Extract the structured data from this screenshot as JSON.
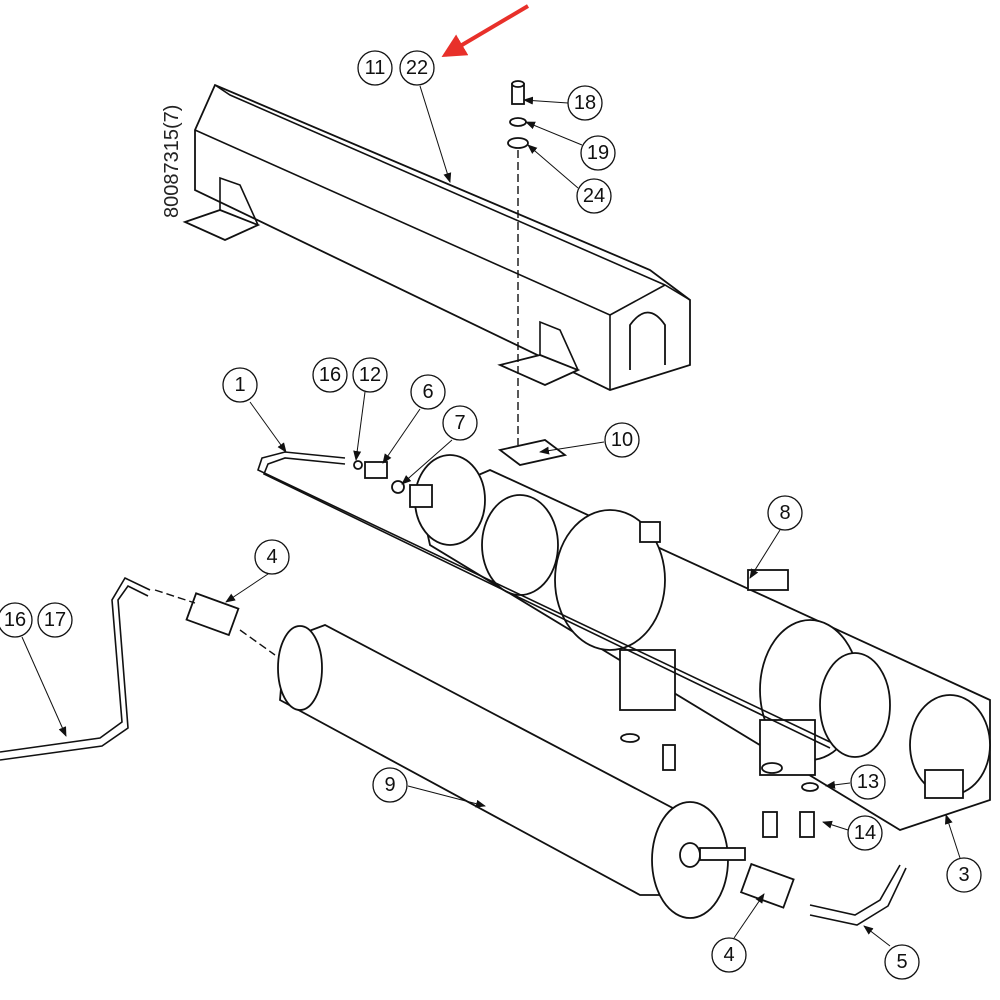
{
  "drawing_number": "80087315(7)",
  "highlight_arrow_color": "#e8302a",
  "callouts": {
    "c11": "11",
    "c22": "22",
    "c18": "18",
    "c19": "19",
    "c24": "24",
    "c16a": "16",
    "c12": "12",
    "c6": "6",
    "c7": "7",
    "c1": "1",
    "c10": "10",
    "c8": "8",
    "c4a": "4",
    "c16b": "16",
    "c17": "17",
    "c9": "9",
    "c13": "13",
    "c14": "14",
    "c3": "3",
    "c4b": "4",
    "c5": "5"
  }
}
